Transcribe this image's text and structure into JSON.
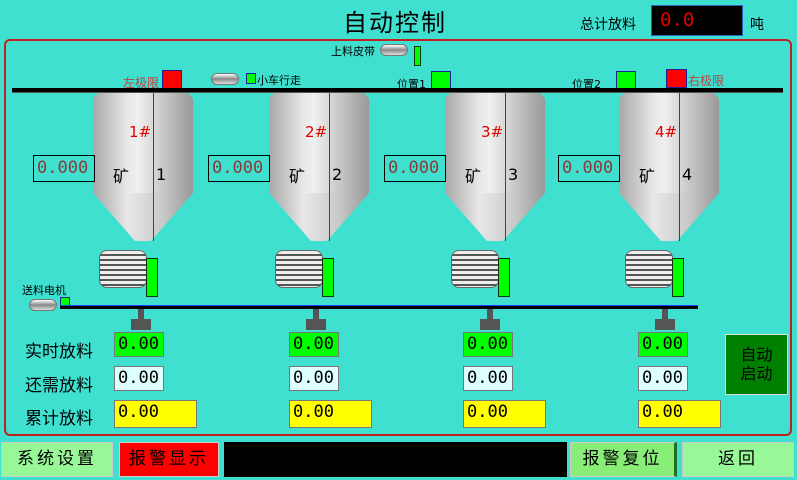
{
  "header": {
    "title": "自动控制",
    "total_label": "总计放料",
    "total_value": "0.0",
    "total_unit": "吨"
  },
  "top": {
    "feed_belt": "上料皮带",
    "left_limit": "左极限",
    "cart_travel": "小车行走",
    "pos1": "位置1",
    "pos2": "位置2",
    "right_limit": "右极限",
    "feed_motor": "送料电机"
  },
  "colors": {
    "background": "#40E0D0",
    "alarm": "#FF0000",
    "ok": "#00FF00"
  },
  "hoppers": [
    {
      "num": "1#",
      "ore": "矿",
      "idx": "1",
      "weight": "0.000",
      "realtime": "0.00",
      "remaining": "0.00",
      "cumulative": "0.00"
    },
    {
      "num": "2#",
      "ore": "矿",
      "idx": "2",
      "weight": "0.000",
      "realtime": "0.00",
      "remaining": "0.00",
      "cumulative": "0.00"
    },
    {
      "num": "3#",
      "ore": "矿",
      "idx": "3",
      "weight": "0.000",
      "realtime": "0.00",
      "remaining": "0.00",
      "cumulative": "0.00"
    },
    {
      "num": "4#",
      "ore": "矿",
      "idx": "4",
      "weight": "0.000",
      "realtime": "0.00",
      "remaining": "0.00",
      "cumulative": "0.00"
    }
  ],
  "rows": {
    "realtime": "实时放料",
    "remaining": "还需放料",
    "cumulative": "累计放料"
  },
  "auto_start": "自动\n启动",
  "buttons": {
    "system_settings": "系统设置",
    "alarm_display": "报警显示",
    "alarm_reset": "报警复位",
    "back": "返回"
  }
}
